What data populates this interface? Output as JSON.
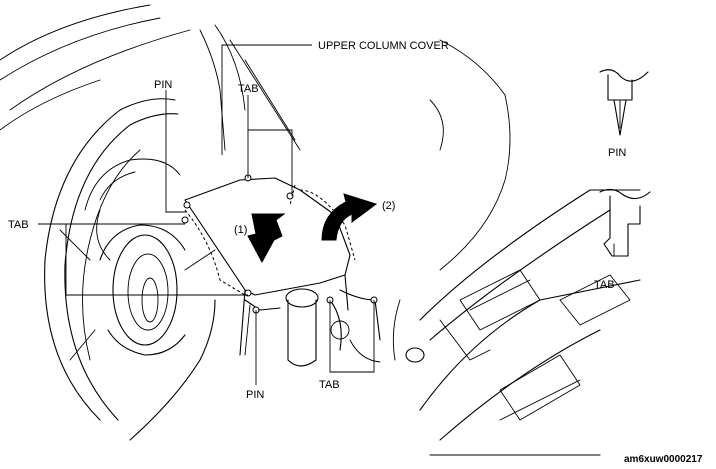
{
  "labels": {
    "upper_column_cover": "UPPER COLUMN COVER",
    "pin_top_left": "PIN",
    "tab_top": "TAB",
    "tab_left": "TAB",
    "pin_bottom": "PIN",
    "tab_bottom": "TAB",
    "step_1": "(1)",
    "step_2": "(2)",
    "detail_pin": "PIN",
    "detail_tab": "TAB"
  },
  "figure_code": "am6xuw0000217"
}
